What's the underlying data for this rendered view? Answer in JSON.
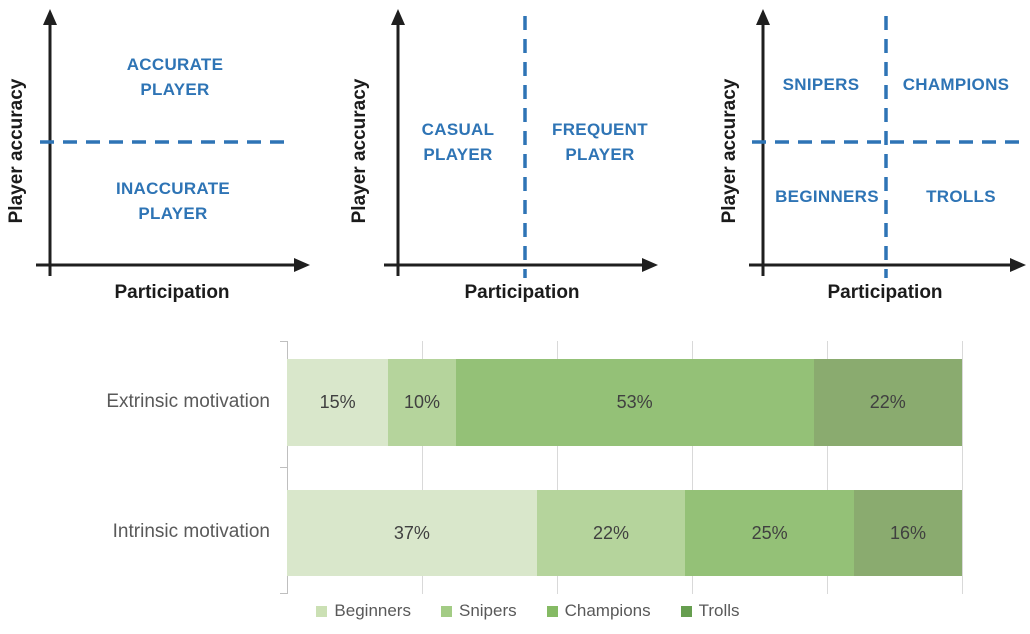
{
  "colors": {
    "accent_blue": "#2E74B5",
    "axis_black": "#1f1f1f",
    "grid_gray": "#d9d9d9",
    "category_label_gray": "#595959",
    "value_label_gray": "#404040"
  },
  "diagrams": [
    {
      "y_axis_label": "Player accuracy",
      "x_axis_label": "Participation",
      "divider": "horizontal",
      "quadrant_labels": {
        "top": "ACCURATE PLAYER",
        "bottom": "INACCURATE PLAYER"
      }
    },
    {
      "y_axis_label": "Player accuracy",
      "x_axis_label": "Participation",
      "divider": "vertical",
      "quadrant_labels": {
        "left": "CASUAL PLAYER",
        "right": "FREQUENT PLAYER"
      }
    },
    {
      "y_axis_label": "Player accuracy",
      "x_axis_label": "Participation",
      "divider": "both",
      "quadrant_labels": {
        "top_left": "SNIPERS",
        "top_right": "CHAMPIONS",
        "bottom_left": "BEGINNERS",
        "bottom_right": "TROLLS"
      }
    }
  ],
  "chart_data": {
    "type": "bar",
    "orientation": "horizontal-stacked",
    "categories": [
      "Extrinsic motivation",
      "Intrinsic motivation"
    ],
    "series": [
      {
        "name": "Beginners",
        "bar_color": "#d9e7cb",
        "legend_color": "#cbe0b4",
        "values": [
          15,
          37
        ]
      },
      {
        "name": "Snipers",
        "bar_color": "#b5d49c",
        "legend_color": "#a3cc85",
        "values": [
          10,
          22
        ]
      },
      {
        "name": "Champions",
        "bar_color": "#94c177",
        "legend_color": "#85ba64",
        "values": [
          53,
          25
        ]
      },
      {
        "name": "Trolls",
        "bar_color": "#8aab6f",
        "legend_color": "#669e4f",
        "values": [
          22,
          16
        ]
      }
    ],
    "value_suffix": "%",
    "xlim": [
      0,
      100
    ],
    "gridline_interval": 20,
    "grid": true,
    "legend_position": "bottom"
  }
}
